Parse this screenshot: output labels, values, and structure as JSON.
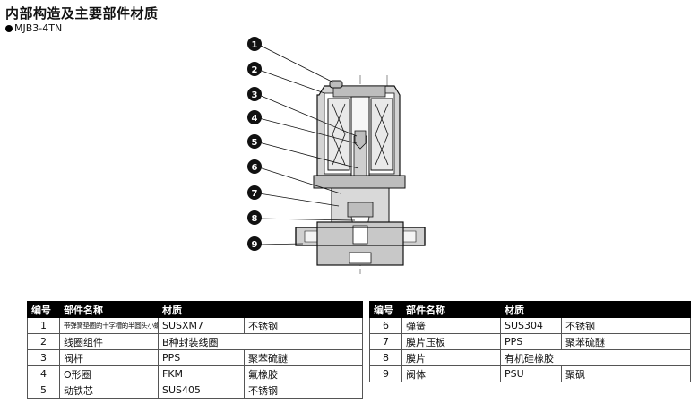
{
  "header": {
    "title": "内部构造及主要部件材质",
    "model": "MJB3-4TN"
  },
  "callouts": [
    "1",
    "2",
    "3",
    "4",
    "5",
    "6",
    "7",
    "8",
    "9"
  ],
  "table": {
    "headers": {
      "num": "编号",
      "name": "部件名称",
      "material": "材质"
    },
    "left": [
      {
        "num": "1",
        "name": "带弹簧垫圈的十字槽的半圆头小螺钉",
        "material": "SUSXM7",
        "note": "不锈钢"
      },
      {
        "num": "2",
        "name": "线圈组件",
        "material": "B种封装线圈",
        "note": ""
      },
      {
        "num": "3",
        "name": "阀杆",
        "material": "PPS",
        "note": "聚苯硫醚"
      },
      {
        "num": "4",
        "name": "O形圈",
        "material": "FKM",
        "note": "氟橡胶"
      },
      {
        "num": "5",
        "name": "动铁芯",
        "material": "SUS405",
        "note": "不锈钢"
      }
    ],
    "right": [
      {
        "num": "6",
        "name": "弹簧",
        "material": "SUS304",
        "note": "不锈钢"
      },
      {
        "num": "7",
        "name": "膜片压板",
        "material": "PPS",
        "note": "聚苯硫醚"
      },
      {
        "num": "8",
        "name": "膜片",
        "material": "有机硅橡胶",
        "note": ""
      },
      {
        "num": "9",
        "name": "阀体",
        "material": "PSU",
        "note": "聚砜"
      },
      {
        "num": "",
        "name": "",
        "material": "",
        "note": ""
      }
    ]
  }
}
